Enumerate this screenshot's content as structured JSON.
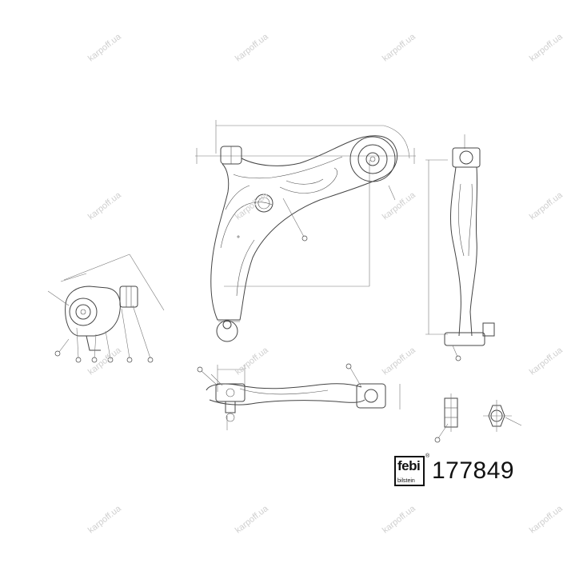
{
  "watermark": {
    "text": "karpoff.ua",
    "color": "#cfcfcf"
  },
  "logo": {
    "brand": "febi",
    "sub": "bilstein",
    "registered": "®"
  },
  "part_number": "177849"
}
